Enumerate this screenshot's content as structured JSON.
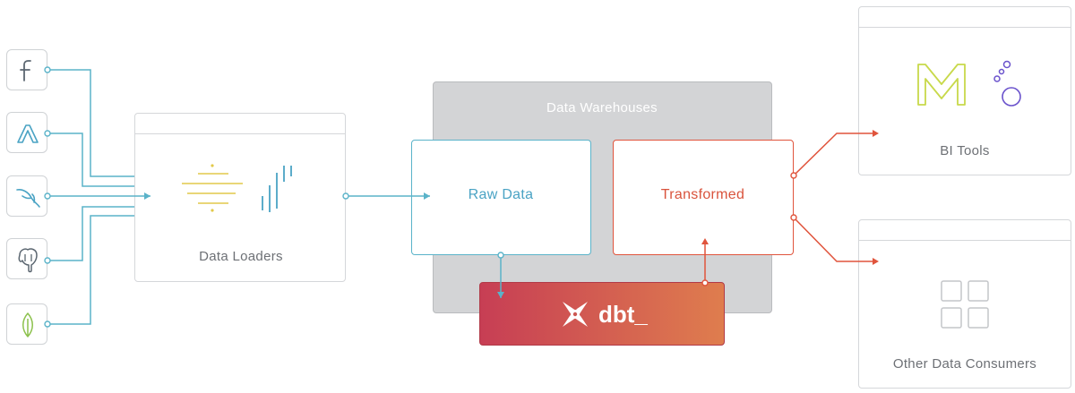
{
  "sources": [
    {
      "icon": "facebook-icon"
    },
    {
      "icon": "google-ads-icon"
    },
    {
      "icon": "mysql-icon"
    },
    {
      "icon": "postgresql-icon"
    },
    {
      "icon": "mongodb-icon"
    }
  ],
  "loaders": {
    "label": "Data Loaders"
  },
  "warehouse": {
    "title": "Data Warehouses",
    "raw_label": "Raw Data",
    "transformed_label": "Transformed"
  },
  "dbt": {
    "label": "dbt_"
  },
  "outputs": {
    "bi_label": "BI Tools",
    "other_label": "Other Data Consumers"
  },
  "colors": {
    "blue": "#5ab3c9",
    "orange": "#e0543c",
    "grey_panel": "#d3d4d6",
    "border": "#d5d7da",
    "text_grey": "#6d7075",
    "dbt_from": "#c73e54",
    "dbt_to": "#df7d4e",
    "yellow": "#e2c94a",
    "green": "#c8d94a",
    "purple": "#6a52cc"
  }
}
